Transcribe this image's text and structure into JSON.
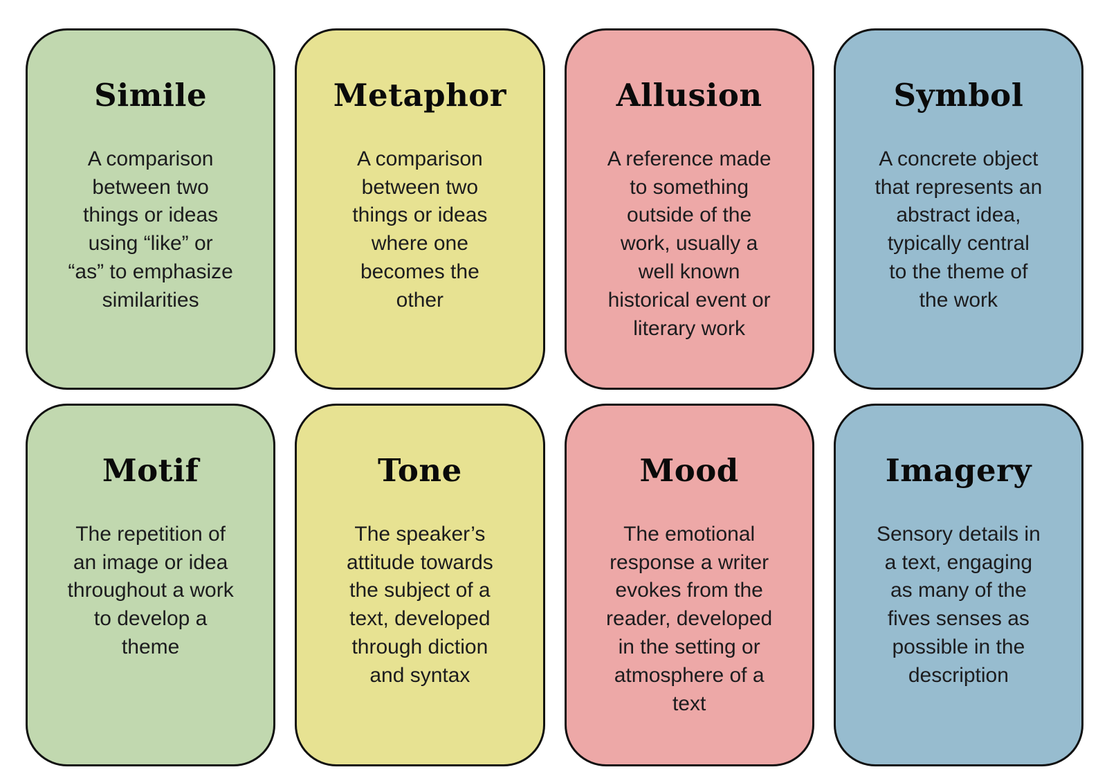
{
  "page": {
    "background": "#ffffff",
    "card_border_color": "#101010"
  },
  "cards": [
    {
      "title": "Simile",
      "color": "#c1d8af",
      "definition": [
        "A comparison",
        "between two",
        "things or ideas",
        "using “like” or",
        "“as” to emphasize",
        "similarities"
      ]
    },
    {
      "title": "Metaphor",
      "color": "#e7e292",
      "definition": [
        "A comparison",
        "between two",
        "things or ideas",
        "where one",
        "becomes the",
        "other"
      ]
    },
    {
      "title": "Allusion",
      "color": "#eda8a7",
      "definition": [
        "A reference made",
        "to something",
        "outside of the",
        "work, usually a",
        "well known",
        "historical event or",
        "literary work"
      ]
    },
    {
      "title": "Symbol",
      "color": "#97bccf",
      "definition": [
        "A concrete object",
        "that represents an",
        "abstract idea,",
        "typically central",
        "to the theme of",
        "the work"
      ]
    },
    {
      "title": "Motif",
      "color": "#c1d8af",
      "definition": [
        "The repetition of",
        "an image or idea",
        "throughout a work",
        "to develop a",
        "theme"
      ]
    },
    {
      "title": "Tone",
      "color": "#e7e292",
      "definition": [
        "The speaker’s",
        "attitude towards",
        "the subject of a",
        "text, developed",
        "through diction",
        "and syntax"
      ]
    },
    {
      "title": "Mood",
      "color": "#eda8a7",
      "definition": [
        "The emotional",
        "response a writer",
        "evokes from the",
        "reader, developed",
        "in the setting or",
        "atmosphere of a",
        "text"
      ]
    },
    {
      "title": "Imagery",
      "color": "#97bccf",
      "definition": [
        "Sensory details in",
        "a text, engaging",
        "as many of the",
        "fives senses as",
        "possible in the",
        "description"
      ]
    }
  ]
}
